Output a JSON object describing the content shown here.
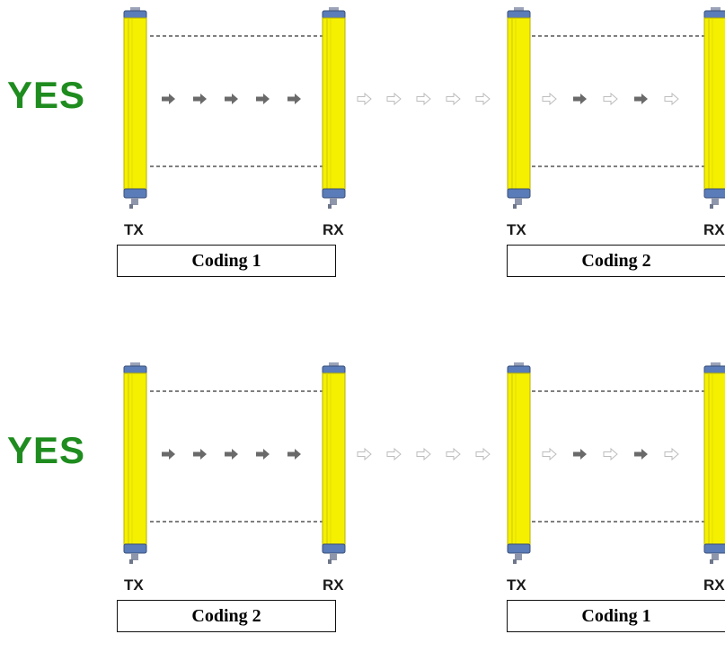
{
  "colors": {
    "yes_text": "#1e8c1e",
    "curtain_yellow": "#f5f000",
    "curtain_cap": "#5a7cb8",
    "arrow_filled": "#6a6a6a",
    "arrow_outline": "#bdbdbd",
    "beam_dash": "#333333"
  },
  "icons": {
    "filled_arrow": "arrow-right-filled",
    "outline_arrow": "arrow-right-outline"
  },
  "rows": [
    {
      "status": "YES",
      "pairs": [
        {
          "tx_label": "TX",
          "rx_label": "RX",
          "coding": "Coding 1"
        },
        {
          "tx_label": "TX",
          "rx_label": "RX",
          "coding": "Coding 2"
        }
      ]
    },
    {
      "status": "YES",
      "pairs": [
        {
          "tx_label": "TX",
          "rx_label": "RX",
          "coding": "Coding 2"
        },
        {
          "tx_label": "TX",
          "rx_label": "RX",
          "coding": "Coding 1"
        }
      ]
    }
  ]
}
